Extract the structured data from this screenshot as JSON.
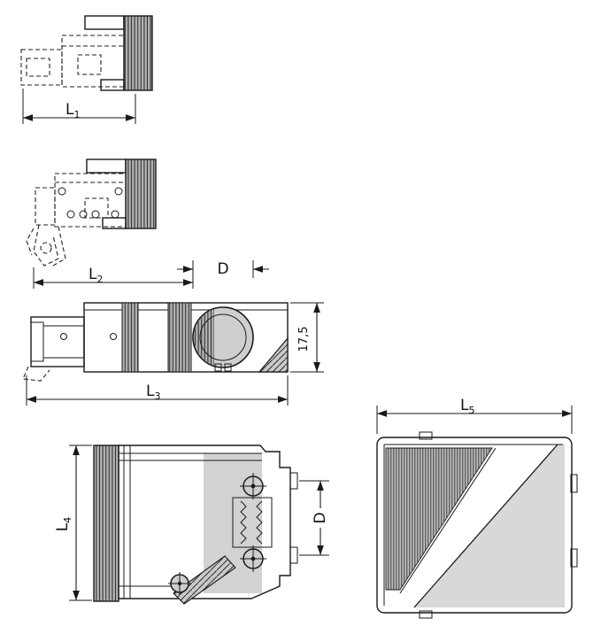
{
  "drawing": {
    "background": "#ffffff",
    "line_color": "#1a1a1a",
    "body_fill": "#c9c9c9",
    "rib_fill": "#b4b4b4",
    "dimensions": {
      "l1": {
        "base": "L",
        "sub": "1"
      },
      "l2": {
        "base": "L",
        "sub": "2"
      },
      "l3": {
        "base": "L",
        "sub": "3"
      },
      "l4": {
        "base": "L",
        "sub": "4"
      },
      "l5": {
        "base": "L",
        "sub": "5"
      },
      "d_top": {
        "base": "D"
      },
      "d_side": {
        "base": "D"
      },
      "height": {
        "base": "17,5"
      }
    }
  }
}
